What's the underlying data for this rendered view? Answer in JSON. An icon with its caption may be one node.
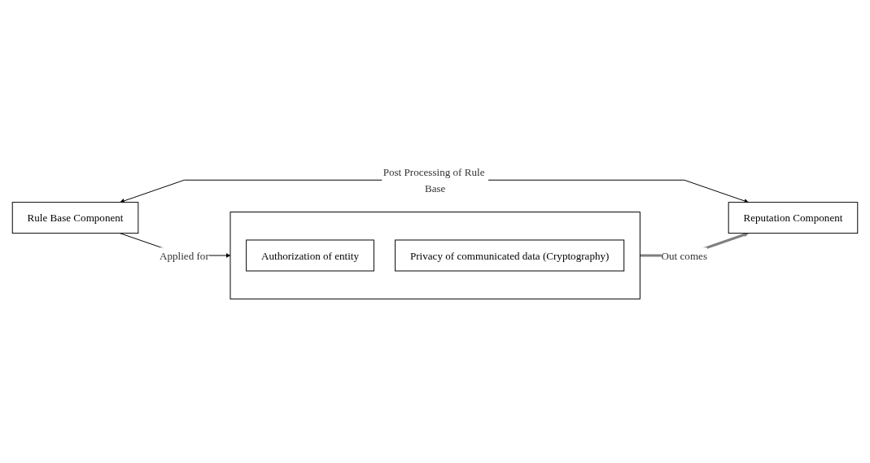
{
  "diagram": {
    "nodes": [
      {
        "text": [
          "Rule Base Component"
        ]
      },
      {
        "text": [],
        "shape": "box"
      },
      {
        "text": [
          "Authorization of entity"
        ],
        "in": 1
      },
      {
        "text": [
          "Privacy of communicated data (Cryptography)"
        ],
        "in": 1
      },
      {
        "text": [
          "Reputation Component"
        ]
      }
    ],
    "edges": [
      {
        "from": 0,
        "to": 4,
        "arrow": "both",
        "label": "Post Processing of Rule Base"
      },
      {
        "from": 0,
        "to": 1,
        "arrow": "to",
        "label": "Applied for"
      },
      {
        "from": 1,
        "to": 4,
        "arrow": "to",
        "label": "Out comes",
        "style": "thick",
        "color": "#7f7f7f"
      }
    ]
  }
}
